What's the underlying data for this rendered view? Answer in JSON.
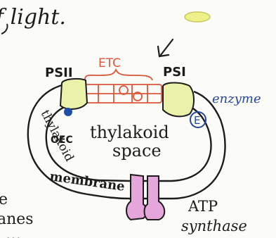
{
  "intro_text": "f light.",
  "labels": {
    "etc": "ETC",
    "psii": "PSII",
    "psi": "PSI",
    "enzyme": "enzyme",
    "enzyme_marker": "E",
    "oec": "OEC",
    "thylakoid_space_line1": "thylakoid",
    "thylakoid_space_line2": "space",
    "thylakoid_membrane_word1": "thylakoid",
    "thylakoid_membrane_word2": "membrane",
    "atp_line1": "ATP",
    "atp_line2": "synthase"
  },
  "left_fragments": [
    "e",
    "anes",
    "…"
  ],
  "colors": {
    "etc": "#d9573a",
    "photosystem_fill": "#eaf1a8",
    "enzyme_blue": "#27479a",
    "oec_blue": "#1f4ea8",
    "atp_pink": "#e5a6dc",
    "sun_fill": "#eef089",
    "ink": "#1c1c1c"
  }
}
